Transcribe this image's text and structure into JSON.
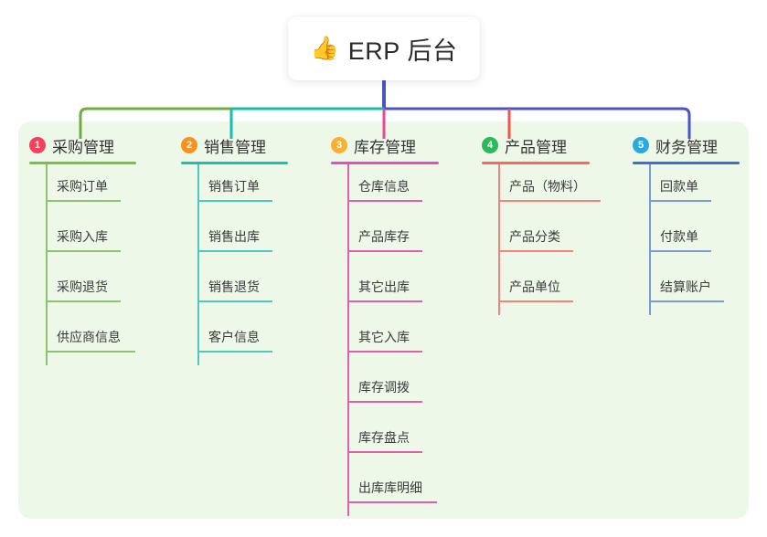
{
  "root": {
    "icon": "thumbs-up-emoji",
    "emoji": "👍",
    "title": "ERP 后台"
  },
  "panel": {
    "background": "#eef8e9"
  },
  "columns": [
    {
      "index": "1",
      "badge_color": "#f2415a",
      "rule_color": "#7ac143",
      "line_color": "#8dc36a",
      "title": "采购管理",
      "connector_color": "#6fae3e",
      "items": [
        {
          "label": "采购订单",
          "rule_width": 82
        },
        {
          "label": "采购入库",
          "rule_width": 82
        },
        {
          "label": "采购退货",
          "rule_width": 82
        },
        {
          "label": "供应商信息",
          "rule_width": 98
        }
      ]
    },
    {
      "index": "2",
      "badge_color": "#f6921e",
      "rule_color": "#19c2b0",
      "line_color": "#4ec9bd",
      "title": "销售管理",
      "connector_color": "#13bfae",
      "items": [
        {
          "label": "销售订单",
          "rule_width": 82
        },
        {
          "label": "销售出库",
          "rule_width": 82
        },
        {
          "label": "销售退货",
          "rule_width": 82
        },
        {
          "label": "客户信息",
          "rule_width": 82
        }
      ]
    },
    {
      "index": "3",
      "badge_color": "#fbb034",
      "rule_color": "#e44fc0",
      "line_color": "#e05fae",
      "title": "库存管理",
      "connector_color": "#ec4899",
      "items": [
        {
          "label": "仓库信息",
          "rule_width": 82
        },
        {
          "label": "产品库存",
          "rule_width": 82
        },
        {
          "label": "其它出库",
          "rule_width": 82
        },
        {
          "label": "其它入库",
          "rule_width": 82
        },
        {
          "label": "库存调拨",
          "rule_width": 82
        },
        {
          "label": "库存盘点",
          "rule_width": 82
        },
        {
          "label": "出库库明细",
          "rule_width": 98
        }
      ]
    },
    {
      "index": "4",
      "badge_color": "#2eb85c",
      "rule_color": "#fa6a5a",
      "line_color": "#f6827a",
      "title": "产品管理",
      "connector_color": "#f4554a",
      "items": [
        {
          "label": "产品（物料）",
          "rule_width": 112
        },
        {
          "label": "产品分类",
          "rule_width": 82
        },
        {
          "label": "产品单位",
          "rule_width": 82
        }
      ]
    },
    {
      "index": "5",
      "badge_color": "#27a9e1",
      "rule_color": "#3b6fd4",
      "line_color": "#7d9ad8",
      "title": "财务管理",
      "connector_color": "#4059c9",
      "items": [
        {
          "label": "回款单",
          "rule_width": 68
        },
        {
          "label": "付款单",
          "rule_width": 68
        },
        {
          "label": "结算账户",
          "rule_width": 82
        }
      ]
    }
  ],
  "connectors": {
    "trunk_color": "#4a55c2",
    "bar_left_color": "#6fae3e",
    "bar_mid_color": "#13bfae",
    "bar_right_color": "#4a55c2"
  }
}
